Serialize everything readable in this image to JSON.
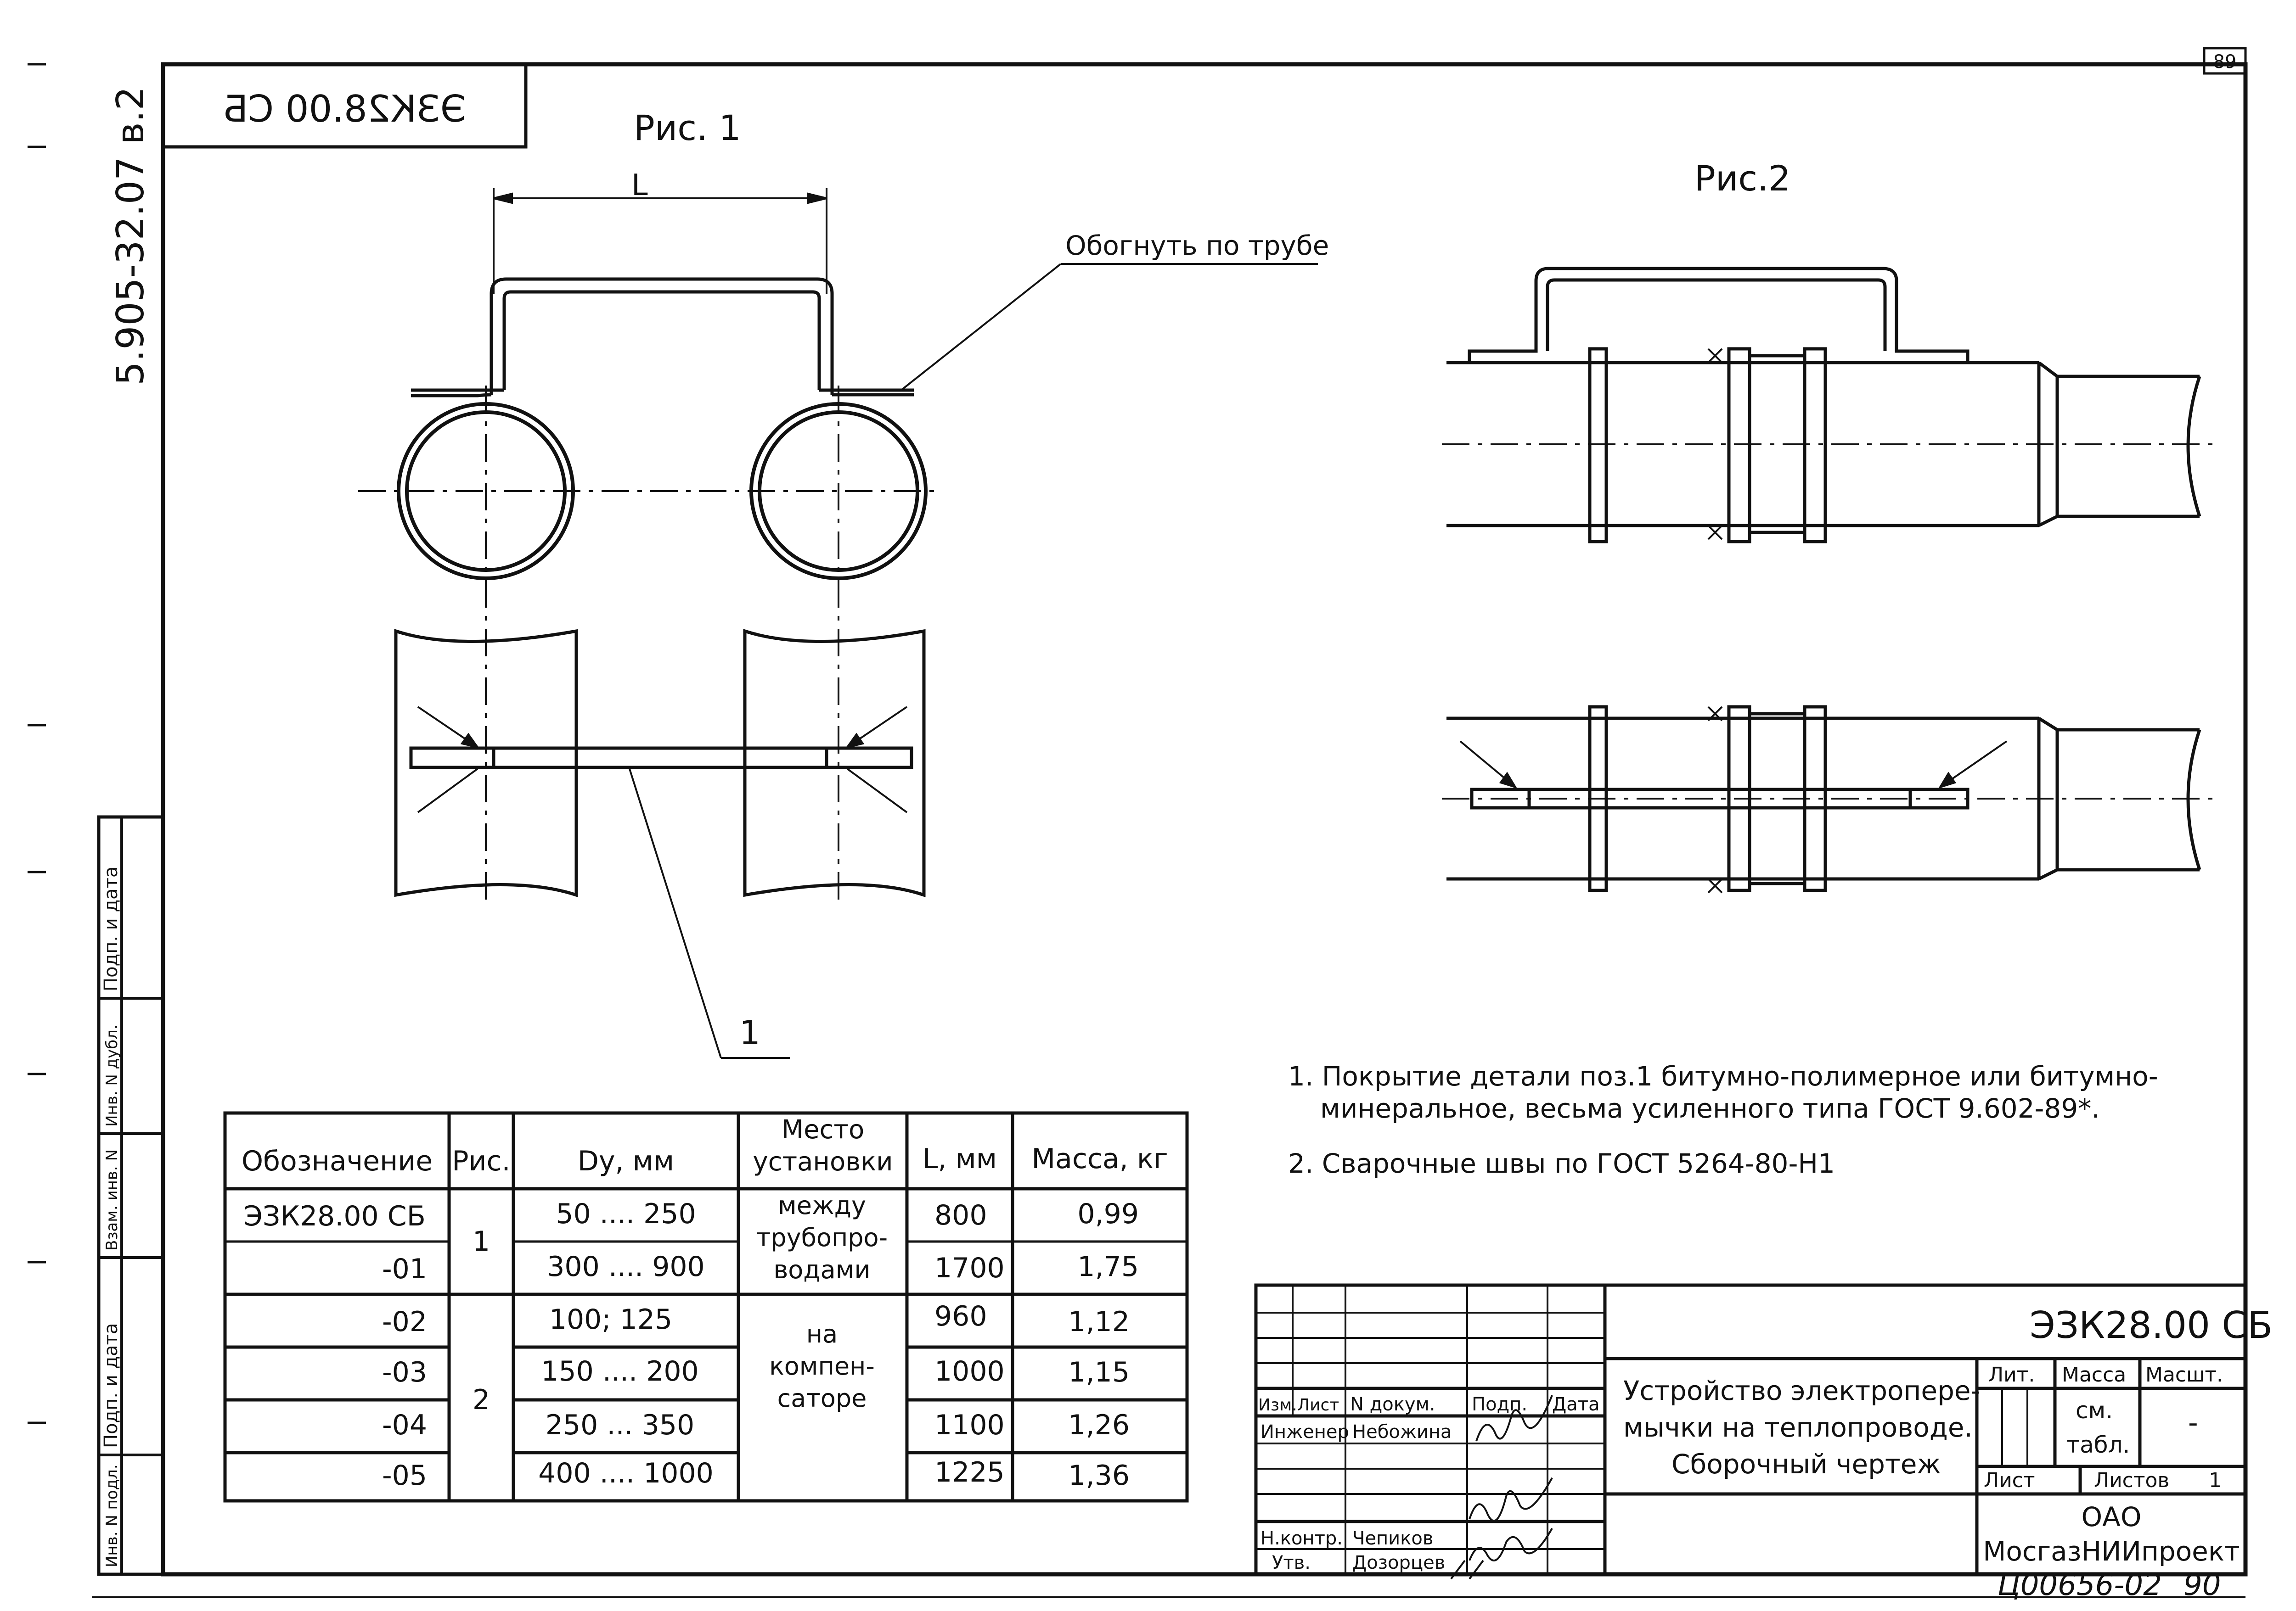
{
  "sheet_number": "89",
  "series_code": "5.905-32.07 в.2",
  "mirrored_code": "ЭЗК28.00 СБ",
  "fig1": {
    "title": "Рис. 1",
    "dimension_label": "L",
    "callout": "Обогнуть по трубе",
    "position_label": "1"
  },
  "fig2": {
    "title": "Рис.2"
  },
  "notes": [
    "1. Покрытие детали поз.1 битумно-полимерное или битумно-",
    "минеральное, весьма усиленного типа ГОСТ 9.602-89*.",
    "2. Сварочные швы по ГОСТ 5264-80-Н1"
  ],
  "spec_table": {
    "headers": [
      "Обозначение",
      "Рис.",
      "Dy, мм",
      "Место",
      "установки",
      "L, мм",
      "Масса, кг"
    ],
    "rows": [
      {
        "designation": "ЭЗК28.00 СБ",
        "dy": "50 .... 250",
        "L": "800",
        "mass": "0,99"
      },
      {
        "designation": "-01",
        "dy": "300 .... 900",
        "L": "1700",
        "mass": "1,75"
      },
      {
        "designation": "-02",
        "dy": "100; 125",
        "L": "960",
        "mass": "1,12"
      },
      {
        "designation": "-03",
        "dy": "150 .... 200",
        "L": "1000",
        "mass": "1,15"
      },
      {
        "designation": "-04",
        "dy": "250 ... 350",
        "L": "1100",
        "mass": "1,26"
      },
      {
        "designation": "-05",
        "dy": "400 .... 1000",
        "L": "1225",
        "mass": "1,36"
      }
    ],
    "fig_values": [
      "1",
      "2"
    ],
    "place_1": [
      "между",
      "трубопро-",
      "водами"
    ],
    "place_2": [
      "на",
      "компен-",
      "саторе"
    ]
  },
  "side_stamp": [
    "Подп. и дата",
    "Инв. N дубл.",
    "Взам. инв. N",
    "Подп. и дата",
    "Инв. N подл."
  ],
  "title_block": {
    "code": "ЭЗК28.00 СБ",
    "name_lines": [
      "Устройство электропере-",
      "мычки на теплопроводе.",
      "Сборочный чертеж"
    ],
    "col_headers": [
      "Изм.",
      "Лист",
      "N докум.",
      "Подп.",
      "Дата"
    ],
    "roles": [
      {
        "role": "Инженер",
        "name": "Небожина"
      },
      {
        "role": "Н.контр.",
        "name": "Чепиков"
      },
      {
        "role": "Утв.",
        "name": "Дозорцев"
      }
    ],
    "lit": "Лит.",
    "mass": "Масса",
    "scale": "Масшт.",
    "mass_value_1": "см.",
    "mass_value_2": "табл.",
    "scale_value": "-",
    "sheet": "Лист",
    "sheets": "Листов",
    "sheets_count": "1",
    "org_1": "ОАО",
    "org_2": "МосгазНИИпроект",
    "inv_handwritten": "Ц00656-02",
    "page_handwritten": "90"
  }
}
